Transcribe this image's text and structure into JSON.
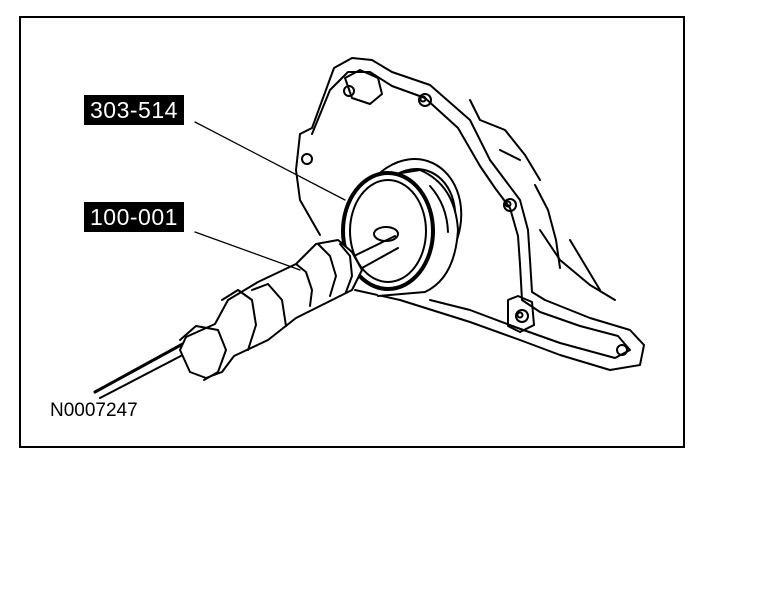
{
  "callouts": {
    "tool_1": "303-514",
    "tool_2": "100-001"
  },
  "figure_id": "N0007247",
  "colors": {
    "ink": "#000000",
    "paper": "#ffffff"
  }
}
